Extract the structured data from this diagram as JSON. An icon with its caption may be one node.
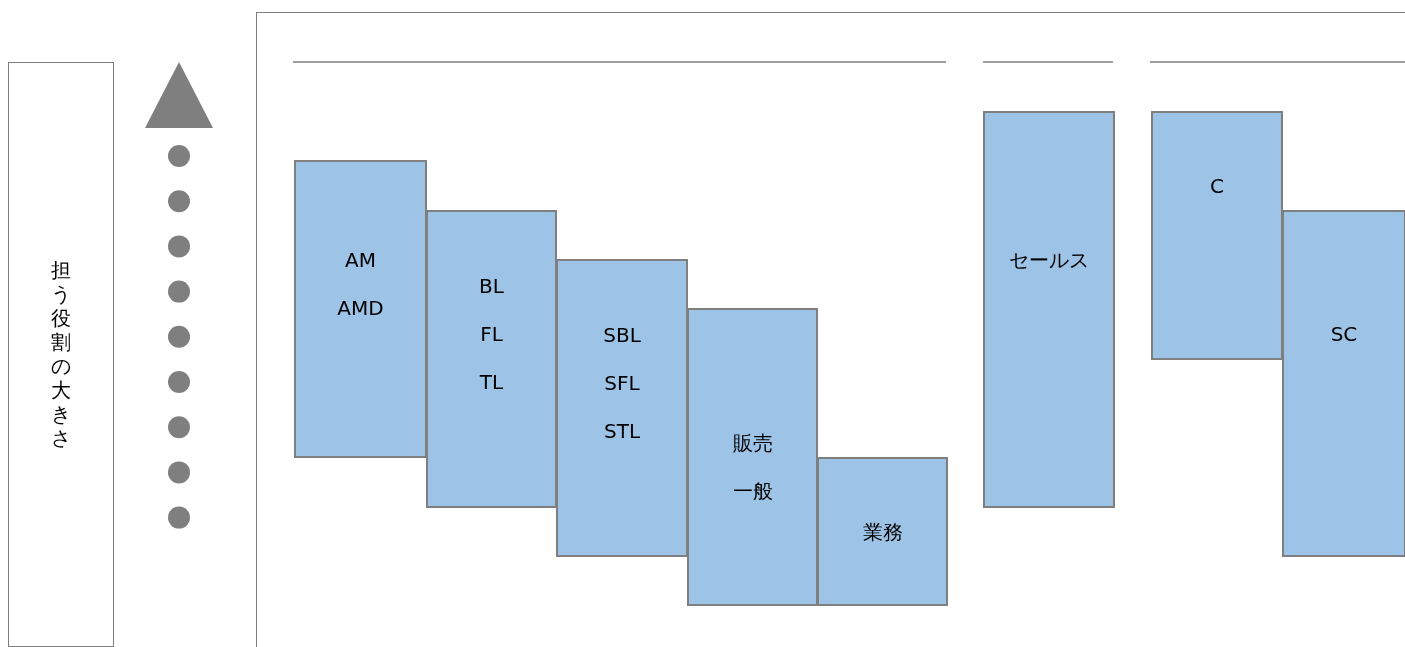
{
  "diagram": {
    "nodes": [
      {
        "text": [
          "担う役割の大きさ"
        ]
      },
      {
        "text": [],
        "shape": "box"
      },
      {
        "text": [
          "AM AMD"
        ],
        "in": 1
      },
      {
        "text": [
          "BL FL TL"
        ],
        "in": 1
      },
      {
        "text": [
          "SBL SFL STL"
        ],
        "in": 1
      },
      {
        "text": [
          "販売一般"
        ],
        "in": 1
      },
      {
        "text": [
          "業務"
        ],
        "in": 1
      },
      {
        "text": [
          "セールス"
        ],
        "in": 1
      },
      {
        "text": [
          "C"
        ],
        "in": 1
      },
      {
        "text": [
          "SC"
        ],
        "in": 1
      }
    ]
  }
}
